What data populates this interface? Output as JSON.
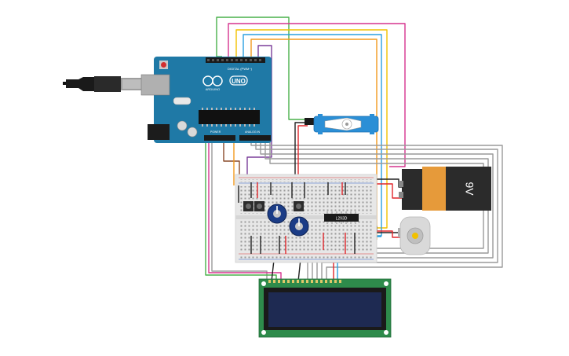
{
  "arduino": {
    "brand": "UNO",
    "logo": "ARDUINO",
    "digital_header": "DIGITAL (PWM~)",
    "power_header": "POWER",
    "analog_header": "ANALOG IN"
  },
  "battery": {
    "label": "9V"
  },
  "driver_ic": {
    "label": "L293D"
  },
  "colors": {
    "wire_red": "#e0262b",
    "wire_green": "#49b04a",
    "wire_magenta": "#d5338e",
    "wire_yellow": "#f2c100",
    "wire_blue": "#2a9fe0",
    "wire_orange": "#f39a1e",
    "wire_purple": "#7b3e9a",
    "wire_black": "#222222",
    "wire_gray": "#9a9a9a",
    "arduino_board": "#1f79a6",
    "lcd_pcb": "#2e8b4b",
    "lcd_screen": "#1e2a52",
    "servo_body": "#2b8fd6",
    "battery_body": "#e69a3a",
    "battery_top": "#2b2b2b"
  },
  "icons": [
    "usb-cable-icon",
    "servo-icon",
    "dc-motor-icon",
    "potentiometer-icon",
    "pushbutton-icon"
  ]
}
